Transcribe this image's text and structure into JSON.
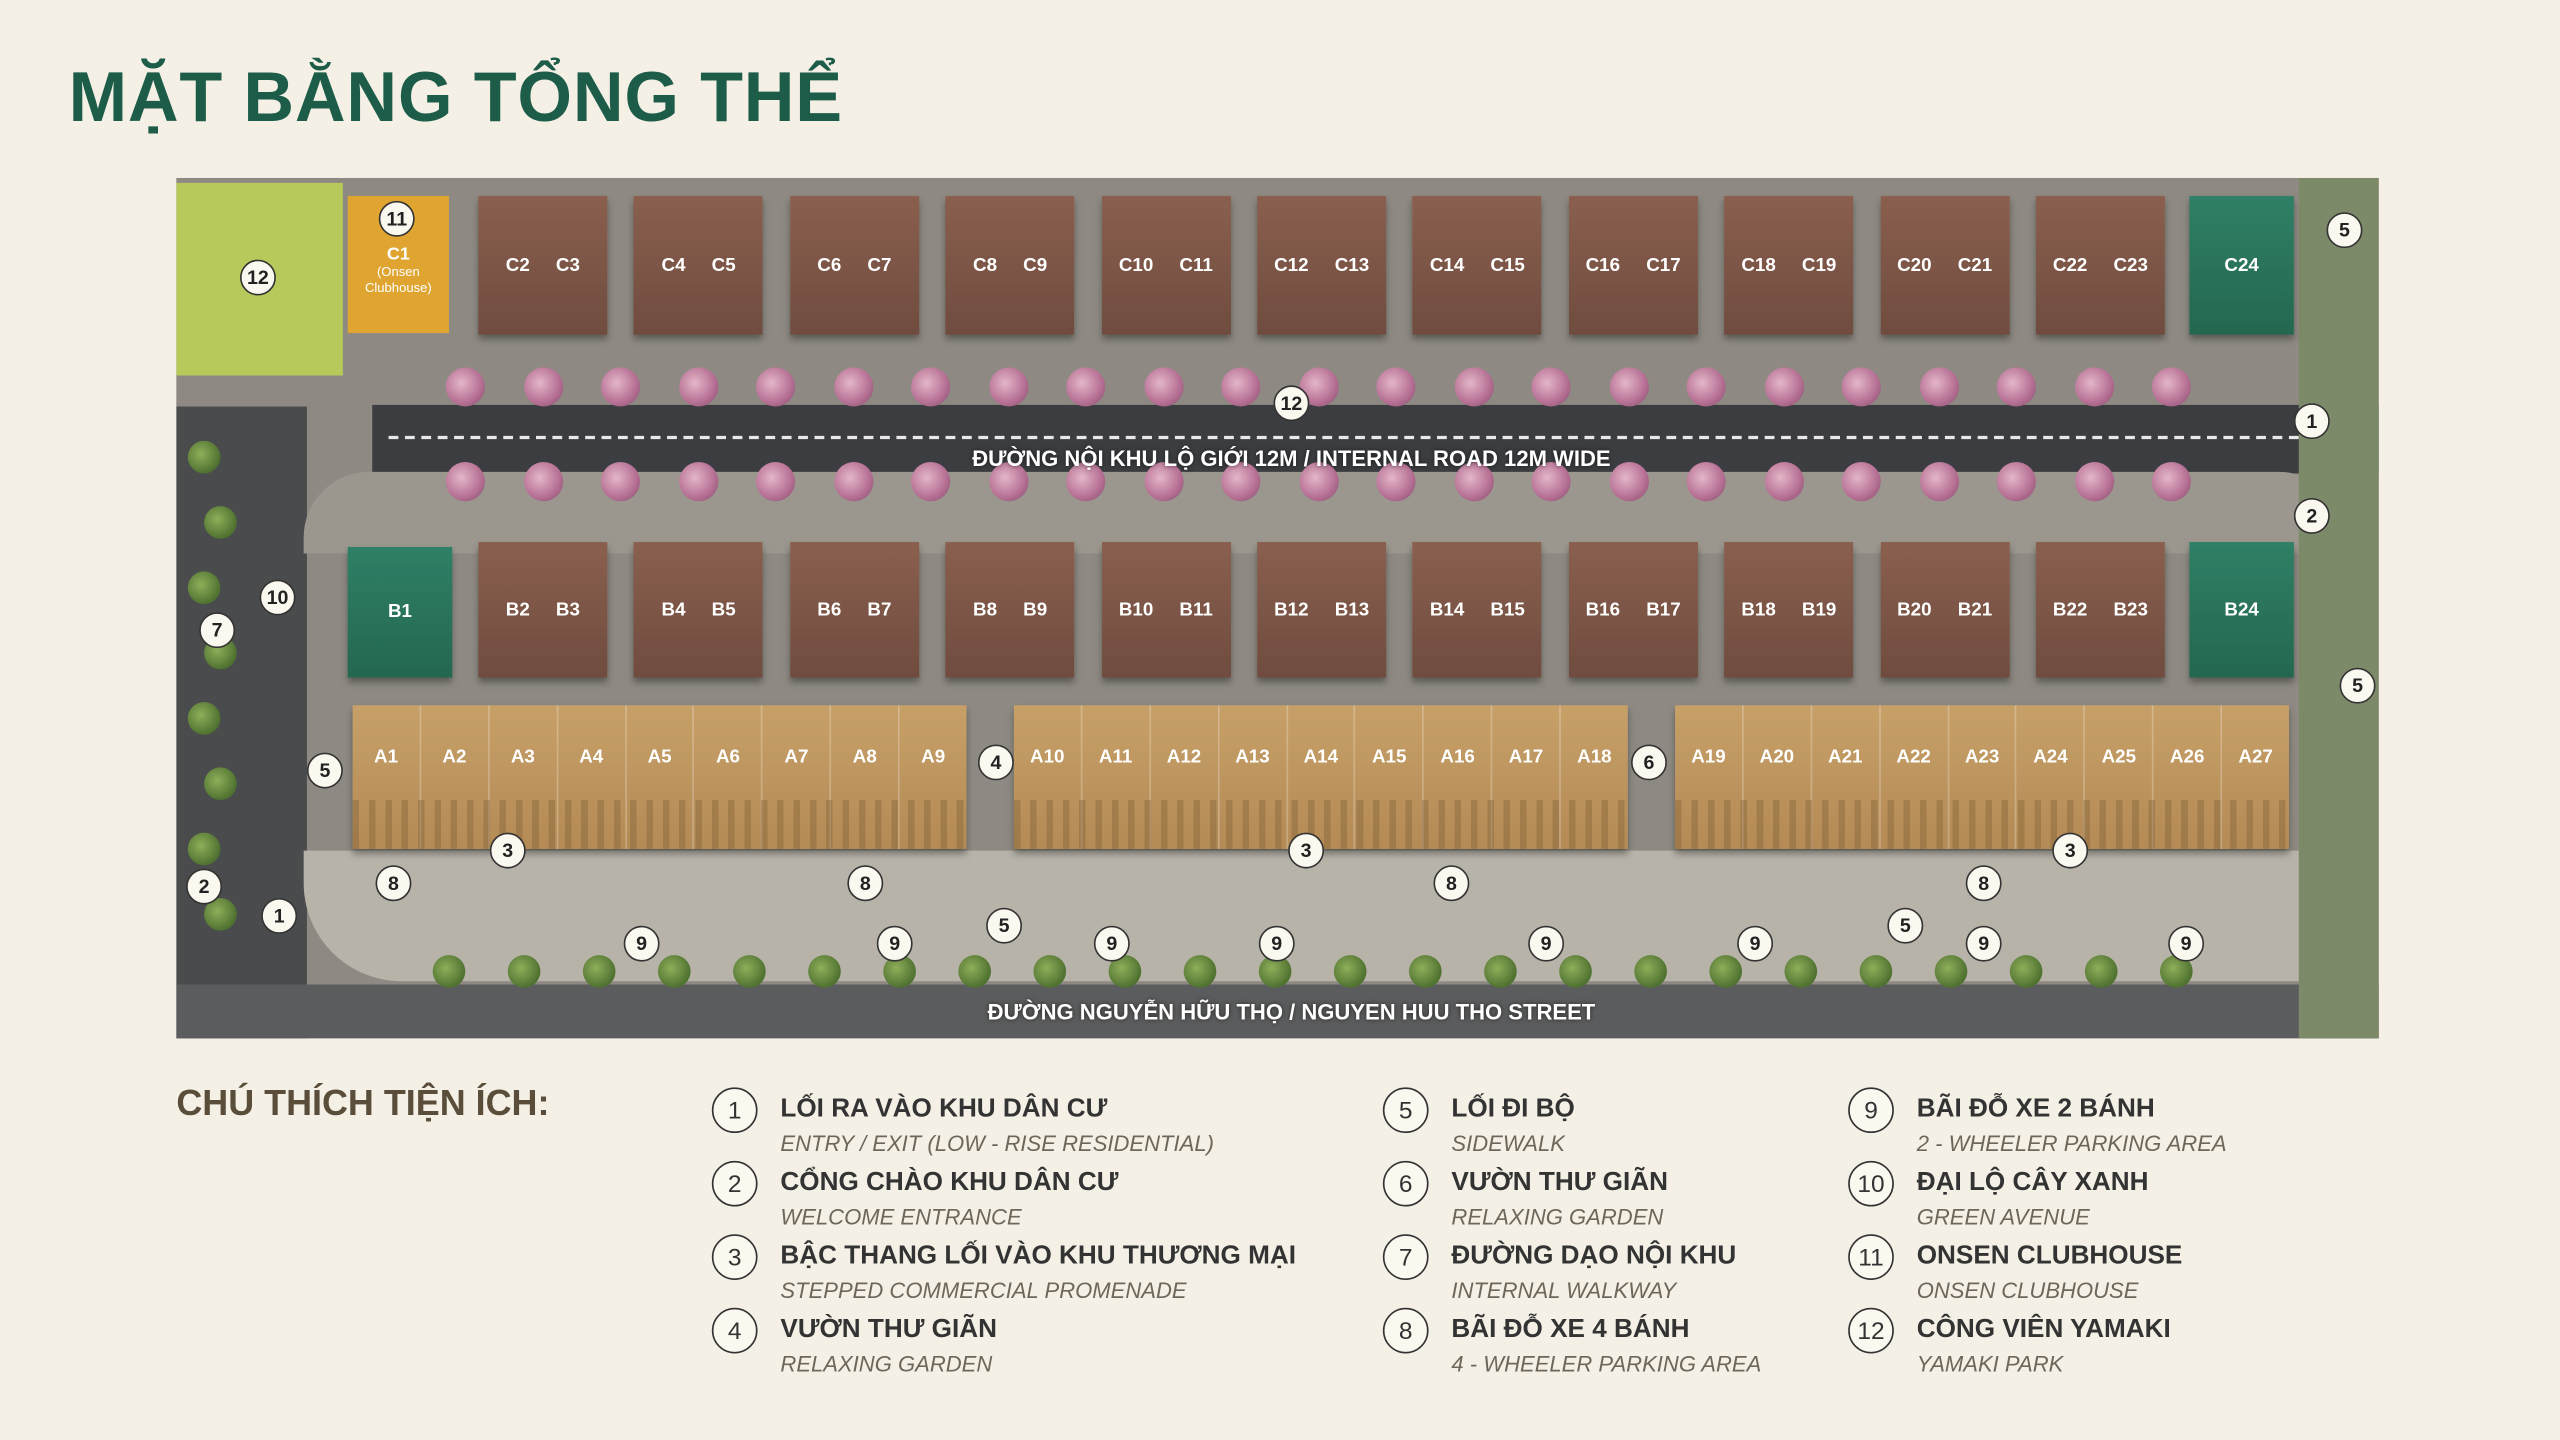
{
  "title": "MẶT BẰNG TỔNG THỂ",
  "map": {
    "internal_road_label": "ĐƯỜNG NỘI KHU LỘ GIỚI 12M / INTERNAL ROAD 12M WIDE",
    "main_street_label": "ĐƯỜNG NGUYỄN HỮU THỌ / NGUYEN HUU THO STREET",
    "c1": {
      "name": "C1",
      "note": "(Onsen Clubhouse)"
    },
    "c_pairs": [
      [
        "C2",
        "C3"
      ],
      [
        "C4",
        "C5"
      ],
      [
        "C6",
        "C7"
      ],
      [
        "C8",
        "C9"
      ],
      [
        "C10",
        "C11"
      ],
      [
        "C12",
        "C13"
      ],
      [
        "C14",
        "C15"
      ],
      [
        "C16",
        "C17"
      ],
      [
        "C18",
        "C19"
      ],
      [
        "C20",
        "C21"
      ],
      [
        "C22",
        "C23"
      ]
    ],
    "c_end": "C24",
    "b_start": "B1",
    "b_pairs": [
      [
        "B2",
        "B3"
      ],
      [
        "B4",
        "B5"
      ],
      [
        "B6",
        "B7"
      ],
      [
        "B8",
        "B9"
      ],
      [
        "B10",
        "B11"
      ],
      [
        "B12",
        "B13"
      ],
      [
        "B14",
        "B15"
      ],
      [
        "B16",
        "B17"
      ],
      [
        "B18",
        "B19"
      ],
      [
        "B20",
        "B21"
      ],
      [
        "B22",
        "B23"
      ]
    ],
    "b_end": "B24",
    "a_blocks": [
      [
        "A1",
        "A2",
        "A3",
        "A4",
        "A5",
        "A6",
        "A7",
        "A8",
        "A9"
      ],
      [
        "A10",
        "A11",
        "A12",
        "A13",
        "A14",
        "A15",
        "A16",
        "A17",
        "A18"
      ],
      [
        "A19",
        "A20",
        "A21",
        "A22",
        "A23",
        "A24",
        "A25",
        "A26",
        "A27"
      ]
    ],
    "markers": [
      "11",
      "12",
      "5",
      "12",
      "1",
      "2",
      "10",
      "7",
      "5",
      "5",
      "4",
      "6",
      "3",
      "3",
      "3",
      "8",
      "8",
      "8",
      "8",
      "2",
      "1",
      "5",
      "5",
      "9",
      "9",
      "9",
      "9",
      "9",
      "9",
      "9",
      "9"
    ]
  },
  "legend": {
    "header": "CHÚ THÍCH TIỆN ÍCH:",
    "items": [
      {
        "num": "1",
        "vi": "LỐI RA VÀO KHU DÂN CƯ",
        "en": "ENTRY / EXIT (LOW - RISE RESIDENTIAL)"
      },
      {
        "num": "2",
        "vi": "CỔNG CHÀO KHU DÂN CƯ",
        "en": "WELCOME ENTRANCE"
      },
      {
        "num": "3",
        "vi": "BẬC THANG LỐI VÀO KHU THƯƠNG MẠI",
        "en": "STEPPED COMMERCIAL PROMENADE"
      },
      {
        "num": "4",
        "vi": "VƯỜN THƯ GIÃN",
        "en": "RELAXING GARDEN"
      },
      {
        "num": "5",
        "vi": "LỐI ĐI BỘ",
        "en": "SIDEWALK"
      },
      {
        "num": "6",
        "vi": "VƯỜN THƯ GIÃN",
        "en": "RELAXING GARDEN"
      },
      {
        "num": "7",
        "vi": "ĐƯỜNG DẠO NỘI KHU",
        "en": "INTERNAL WALKWAY"
      },
      {
        "num": "8",
        "vi": "BÃI ĐỖ XE 4 BÁNH",
        "en": "4 - WHEELER PARKING AREA"
      },
      {
        "num": "9",
        "vi": "BÃI ĐỖ XE 2 BÁNH",
        "en": "2 - WHEELER PARKING AREA"
      },
      {
        "num": "10",
        "vi": "ĐẠI LỘ CÂY XANH",
        "en": "GREEN AVENUE"
      },
      {
        "num": "11",
        "vi": "ONSEN CLUBHOUSE",
        "en": "ONSEN CLUBHOUSE"
      },
      {
        "num": "12",
        "vi": "CÔNG VIÊN YAMAKI",
        "en": "YAMAKI PARK"
      }
    ]
  }
}
